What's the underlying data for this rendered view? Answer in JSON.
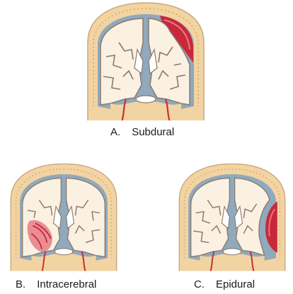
{
  "panels": [
    {
      "id": "a",
      "letter": "A.",
      "label": "Subdural",
      "hemorrhage_type": "subdural"
    },
    {
      "id": "b",
      "letter": "B.",
      "label": "Intracerebral",
      "hemorrhage_type": "intracerebral"
    },
    {
      "id": "c",
      "letter": "C.",
      "label": "Epidural",
      "hemorrhage_type": "epidural"
    }
  ],
  "colors": {
    "skull": "#f2d3a2",
    "skull_outline": "#c9a77a",
    "dura": "#8fa9bd",
    "brain": "#fbf1e3",
    "sulcus": "#8a7a6a",
    "hemorrhage": "#c8283a",
    "hemorrhage_light": "#e57c86",
    "vessel": "#c1323a"
  }
}
